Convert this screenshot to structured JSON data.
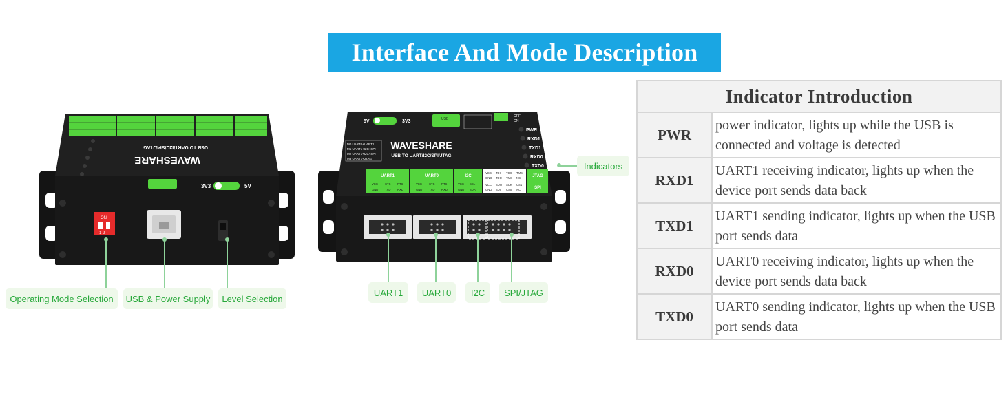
{
  "title": "Interface And Mode Description",
  "device_front": {
    "brand": "WAVESHARE",
    "model": "USB TO UART/I2C/SPI/JTAG",
    "switch_on": "ON",
    "switch_pos": "1 2",
    "v5": "5V",
    "v3": "3V3"
  },
  "device_back": {
    "brand": "WAVESHARE",
    "model": "USB TO UART/I2C/SPI/JTAG",
    "v5": "5V",
    "v3": "3V3",
    "usb": "USB",
    "leds": [
      "PWR",
      "RXD1",
      "TXD1",
      "RXD0",
      "TXD0"
    ],
    "off": "OFF",
    "on": "ON",
    "modes": [
      "M0  UART0+UART1",
      "M1  UART1+I2C+SPI",
      "M2  UART1+I2C+SPI",
      "M3  UART1+JTAG"
    ],
    "port_labels": [
      "UART1",
      "UART0",
      "I2C",
      "JTAG",
      "SPI"
    ],
    "uart1_pins": [
      "VCC",
      "CTS",
      "RTS",
      "GND",
      "TXD",
      "RXD"
    ],
    "uart0_pins": [
      "VCC",
      "CTS",
      "RTS",
      "GND",
      "TXD",
      "RXD"
    ],
    "i2c_pins": [
      "VCC",
      "SCL",
      "GND",
      "SDA"
    ],
    "jtag_pins": [
      "VCC",
      "TDI",
      "TCK",
      "TMS",
      "GND",
      "TDO",
      "TMS",
      "NC"
    ],
    "spi_pins": [
      "VCC",
      "SDO",
      "SCK",
      "CS1",
      "GND",
      "SDI",
      "CS0",
      "NC"
    ]
  },
  "callouts": {
    "operating_mode": "Operating Mode Selection",
    "usb_power": "USB & Power Supply",
    "level": "Level Selection",
    "uart1": "UART1",
    "uart0": "UART0",
    "i2c": "I2C",
    "spi_jtag": "SPI/JTAG",
    "indicators": "Indicators"
  },
  "indicator_table": {
    "heading": "Indicator Introduction",
    "rows": [
      {
        "name": "PWR",
        "desc": "power indicator, lights up while the USB is connected and voltage is detected"
      },
      {
        "name": "RXD1",
        "desc": "UART1 receiving indicator, lights up when the device port sends data back"
      },
      {
        "name": "TXD1",
        "desc": "UART1 sending indicator, lights up when the USB port sends data"
      },
      {
        "name": "RXD0",
        "desc": "UART0 receiving indicator, lights up when the device port sends data back"
      },
      {
        "name": "TXD0",
        "desc": "UART0 sending indicator, lights up when the USB port sends data"
      }
    ]
  },
  "colors": {
    "banner": "#1aa6e3",
    "device_body": "#1a1a1a",
    "panel_green": "#54d43d",
    "callout_text": "#27a83a",
    "callout_bg": "#eef8ea",
    "switch_red": "#e52b2b"
  }
}
